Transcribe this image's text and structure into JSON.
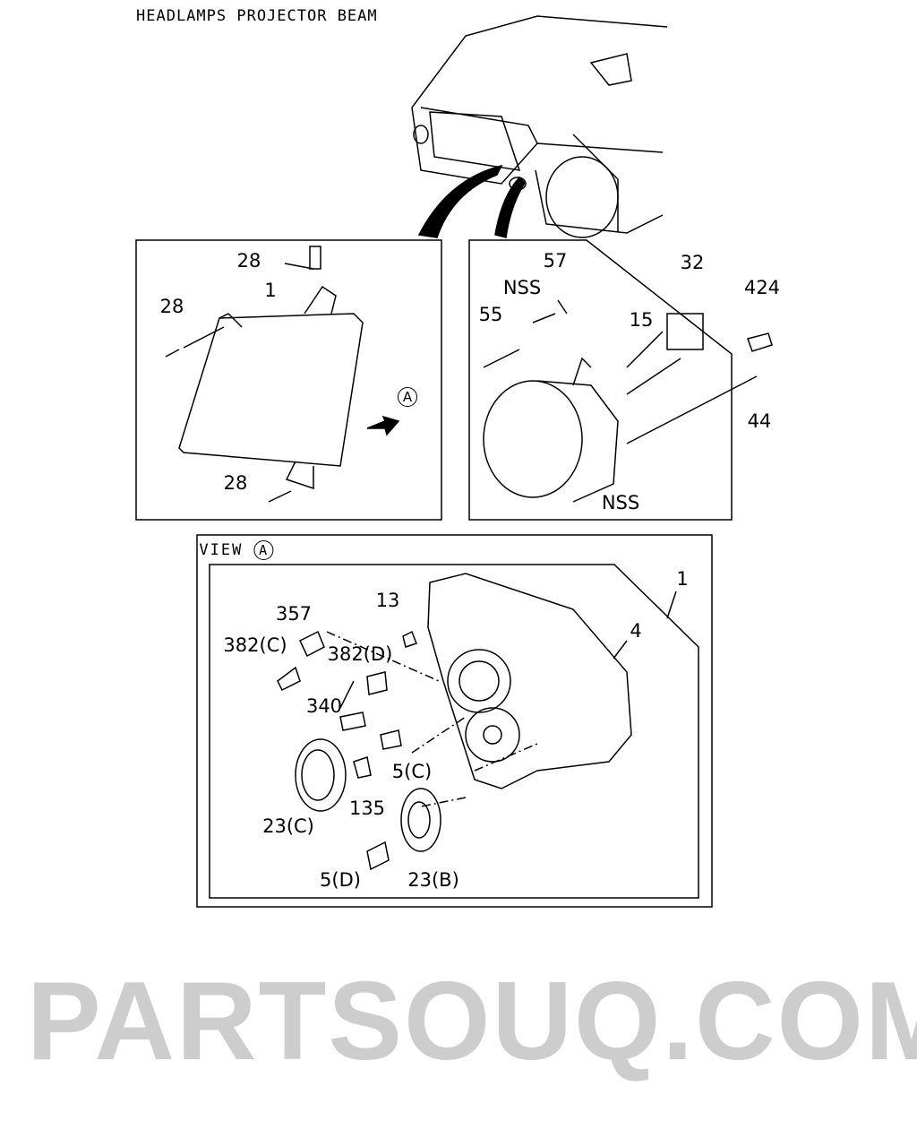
{
  "title": "HEADLAMPS PROJECTOR BEAM",
  "watermark": "PARTSOUQ.COM",
  "panel_headlamp": {
    "labels": [
      "28",
      "1",
      "28",
      "28"
    ],
    "view_marker": "A"
  },
  "panel_fog": {
    "labels": [
      "57",
      "32",
      "NSS",
      "424",
      "55",
      "15",
      "44",
      "NSS"
    ]
  },
  "panel_view": {
    "view_label": "VIEW",
    "view_marker": "A",
    "labels": [
      "1",
      "13",
      "357",
      "4",
      "382(C)",
      "382(D)",
      "340",
      "5(C)",
      "135",
      "23(C)",
      "5(D)",
      "23(B)"
    ]
  }
}
